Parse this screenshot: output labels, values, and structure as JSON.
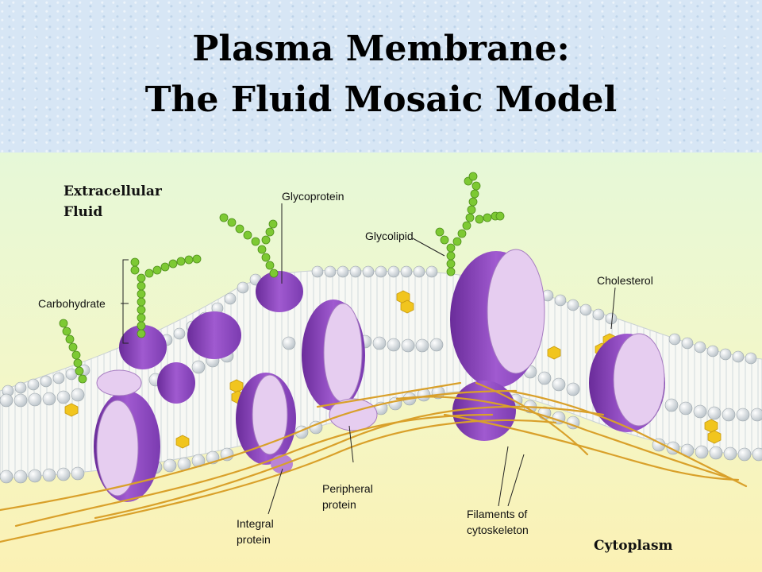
{
  "title": {
    "line1": "Plasma Membrane:",
    "line2": "The Fluid Mosaic Model"
  },
  "labels": {
    "extracellular_1": "Extracellular",
    "extracellular_2": "Fluid",
    "glycoprotein": "Glycoprotein",
    "glycolipid": "Glycolipid",
    "carbohydrate": "Carbohydrate",
    "cholesterol": "Cholesterol",
    "peripheral_1": "Peripheral",
    "peripheral_2": "protein",
    "integral_1": "Integral",
    "integral_2": "protein",
    "filaments_1": "Filaments of",
    "filaments_2": "cytoskeleton",
    "cytoplasm": "Cytoplasm"
  },
  "colors": {
    "extracellular_bg": "#e4f7d6",
    "cytoplasm_bg": "#fbf3b8",
    "protein": "#9b59c9",
    "protein_light": "#e8d2f2",
    "carbohydrate": "#7cc832",
    "filament": "#d9a02a",
    "cholesterol": "#f0c520",
    "lipid_head": "#d6dce0"
  }
}
